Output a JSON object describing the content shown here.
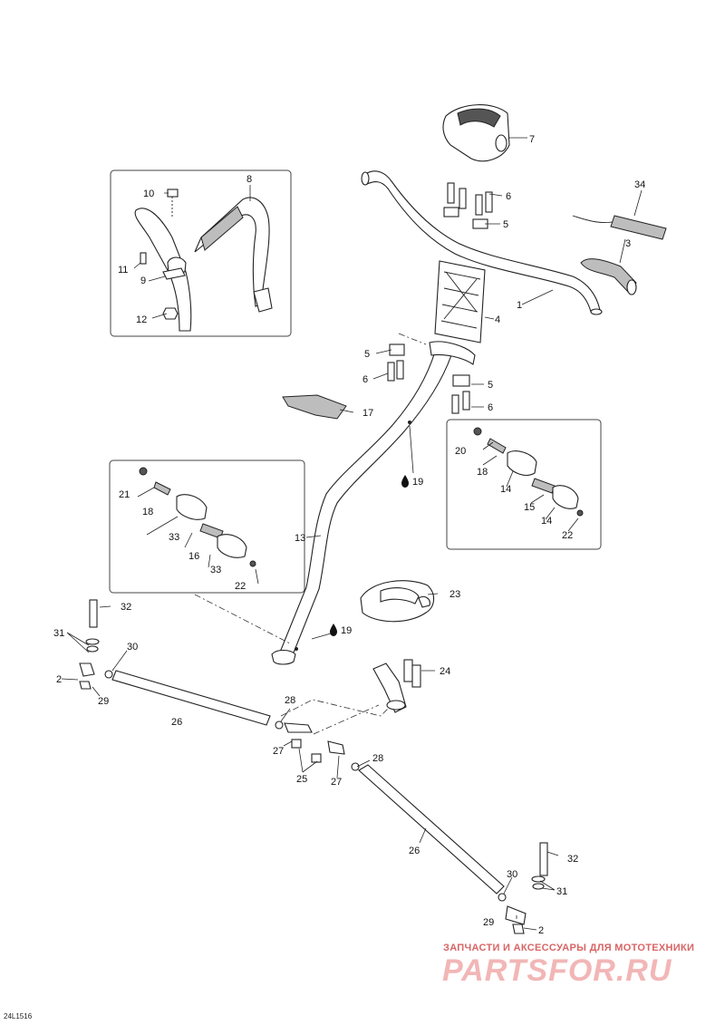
{
  "reference_code": "24L1516",
  "watermark": {
    "tagline": "ЗАПЧАСТИ И АКСЕССУАРЫ ДЛЯ МОТОТЕХНИКИ",
    "logo": "PARTSFOR.RU"
  },
  "symbols": {
    "drop": "drop-icon"
  },
  "callouts": {
    "c1": "1",
    "c2a": "2",
    "c2b": "2",
    "c3": "3",
    "c4": "4",
    "c5a": "5",
    "c5b": "5",
    "c5c": "5",
    "c6a": "6",
    "c6b": "6",
    "c6c": "6",
    "c7": "7",
    "c8": "8",
    "c9": "9",
    "c10": "10",
    "c11": "11",
    "c12": "12",
    "c13": "13",
    "c14a": "14",
    "c14b": "14",
    "c15": "15",
    "c16": "16",
    "c17": "17",
    "c18a": "18",
    "c18b": "18",
    "c19a": "19",
    "c19b": "19",
    "c20": "20",
    "c21": "21",
    "c22a": "22",
    "c22b": "22",
    "c23": "23",
    "c24": "24",
    "c25": "25",
    "c26a": "26",
    "c26b": "26",
    "c27a": "27",
    "c27b": "27",
    "c28a": "28",
    "c28b": "28",
    "c29a": "29",
    "c29b": "29",
    "c30a": "30",
    "c30b": "30",
    "c31a": "31",
    "c31b": "31",
    "c32a": "32",
    "c32b": "32",
    "c33a": "33",
    "c33b": "33",
    "c34": "34"
  }
}
